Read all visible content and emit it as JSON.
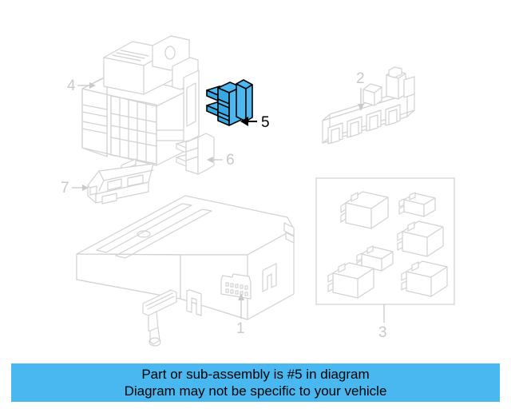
{
  "diagram": {
    "title": "Vehicle electrical parts exploded diagram",
    "background_color": "#ffffff",
    "line_color": "#d2d2d2",
    "highlight_color": "#4db8f0",
    "highlight_stroke": "#000000",
    "callout_color": "#c9c9c9",
    "callout_active_color": "#000000",
    "highlighted_part_number": "5",
    "callouts": [
      {
        "id": "callout-1",
        "number": "1",
        "part_name": "control-module",
        "highlighted": false,
        "arrow": "up"
      },
      {
        "id": "callout-2",
        "number": "2",
        "part_name": "connector-bracket",
        "highlighted": false,
        "arrow": "down"
      },
      {
        "id": "callout-3",
        "number": "3",
        "part_name": "relay-group",
        "highlighted": false,
        "arrow": "line"
      },
      {
        "id": "callout-4",
        "number": "4",
        "part_name": "fuse-junction-block",
        "highlighted": false,
        "arrow": "right"
      },
      {
        "id": "callout-5",
        "number": "5",
        "part_name": "fuse-blade-relay",
        "highlighted": true,
        "arrow": "left"
      },
      {
        "id": "callout-6",
        "number": "6",
        "part_name": "fuse-blade-relay-alt",
        "highlighted": false,
        "arrow": "left"
      },
      {
        "id": "callout-7",
        "number": "7",
        "part_name": "mounting-bracket",
        "highlighted": false,
        "arrow": "right"
      }
    ]
  },
  "banner": {
    "background_color": "#4ab8f0",
    "text_color": "#000000",
    "line1": "Part or sub-assembly is #5 in diagram",
    "line2": "Diagram may not be specific to your vehicle"
  }
}
